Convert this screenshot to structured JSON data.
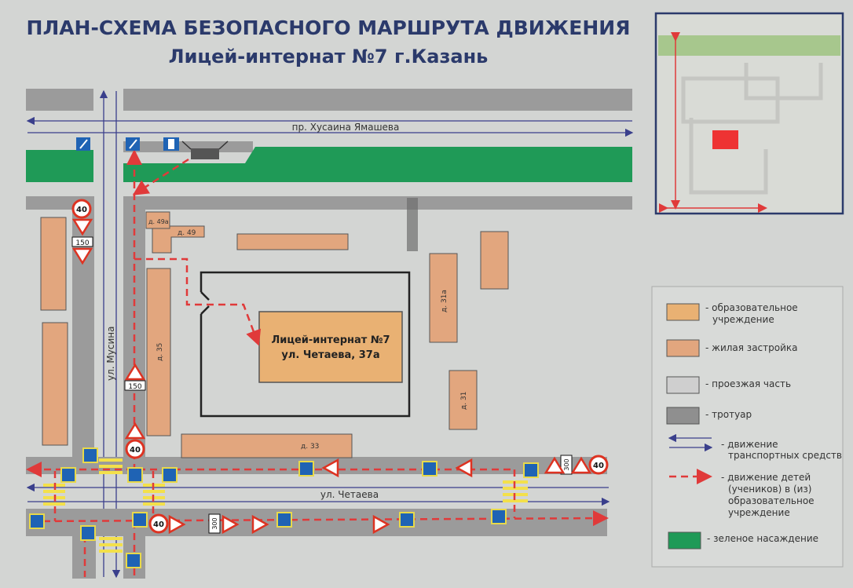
{
  "title": {
    "line1": "ПЛАН-СХЕМА БЕЗОПАСНОГО МАРШРУТА ДВИЖЕНИЯ",
    "line2": "Лицей-интернат №7 г.Казань"
  },
  "streets": {
    "top": "пр. Хусаина Ямашева",
    "left": "ул. Мусина",
    "bottom": "ул. Четаева"
  },
  "buildings": {
    "b49a": "д. 49а",
    "b49": "д. 49",
    "b35": "д. 35",
    "b33": "д. 33",
    "b31a": "д. 31а",
    "b31": "д. 31"
  },
  "school": {
    "name": "Лицей-интернат №7",
    "address": "ул. Четаева, 37а"
  },
  "signs": {
    "speed_limit": "40",
    "distance_150": "150",
    "distance_300": "300"
  },
  "legend": {
    "items": [
      {
        "label1": "- образовательное",
        "label2": "учреждение",
        "color": "#e9b173"
      },
      {
        "label1": "- жилая застройка",
        "label2": "",
        "color": "#e2a67e"
      },
      {
        "label1": "- проезжая часть",
        "label2": "",
        "color": "#cfcfcf"
      },
      {
        "label1": "- тротуар",
        "label2": "",
        "color": "#8f8f8f"
      },
      {
        "label1": "- движение",
        "label2": "транспортных средств",
        "color": "#3a3f8c"
      },
      {
        "label1": "- движение детей",
        "label2": "(учеников) в (из)",
        "label3": "образовательное",
        "label4": "учреждение",
        "color": "#e03a3a"
      },
      {
        "label1": "- зеленое насаждение",
        "label2": "",
        "color": "#1f9a57"
      }
    ]
  },
  "colors": {
    "sidewalk": "#9b9b9b",
    "green": "#1f9a57",
    "housing": "#e2a67e",
    "school": "#e9b173",
    "route": "#e03a3a",
    "traffic": "#3a3f8c",
    "title": "#2b3a6b"
  }
}
